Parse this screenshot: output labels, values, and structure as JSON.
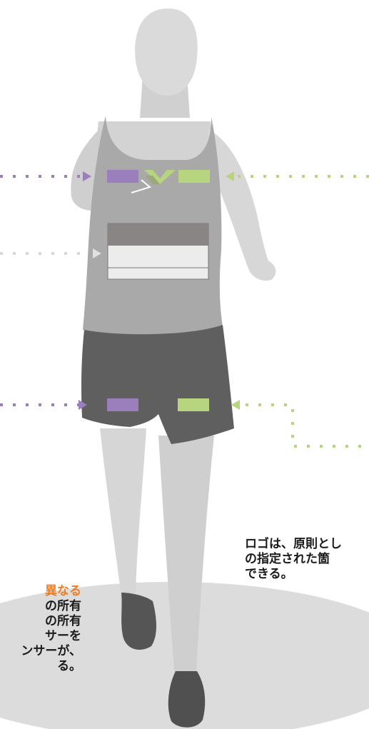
{
  "colors": {
    "purple": "#9b7fbd",
    "green": "#b6d57e",
    "orange": "#ef7d22",
    "silhouette_light": "#dedede",
    "singlet": "#a9a9a9",
    "shorts": "#5f5f5f",
    "shoe": "#555555",
    "ground": "#dcdcdc",
    "text": "#1a1a1a"
  },
  "captions": {
    "right": {
      "lines": [
        "ロゴは、原則とし",
        "の指定された箇",
        "できる。"
      ]
    },
    "left": {
      "lines": [
        "異なる",
        "の所有",
        "の所有",
        "サーを",
        "ンサーが、",
        "る。"
      ]
    }
  }
}
